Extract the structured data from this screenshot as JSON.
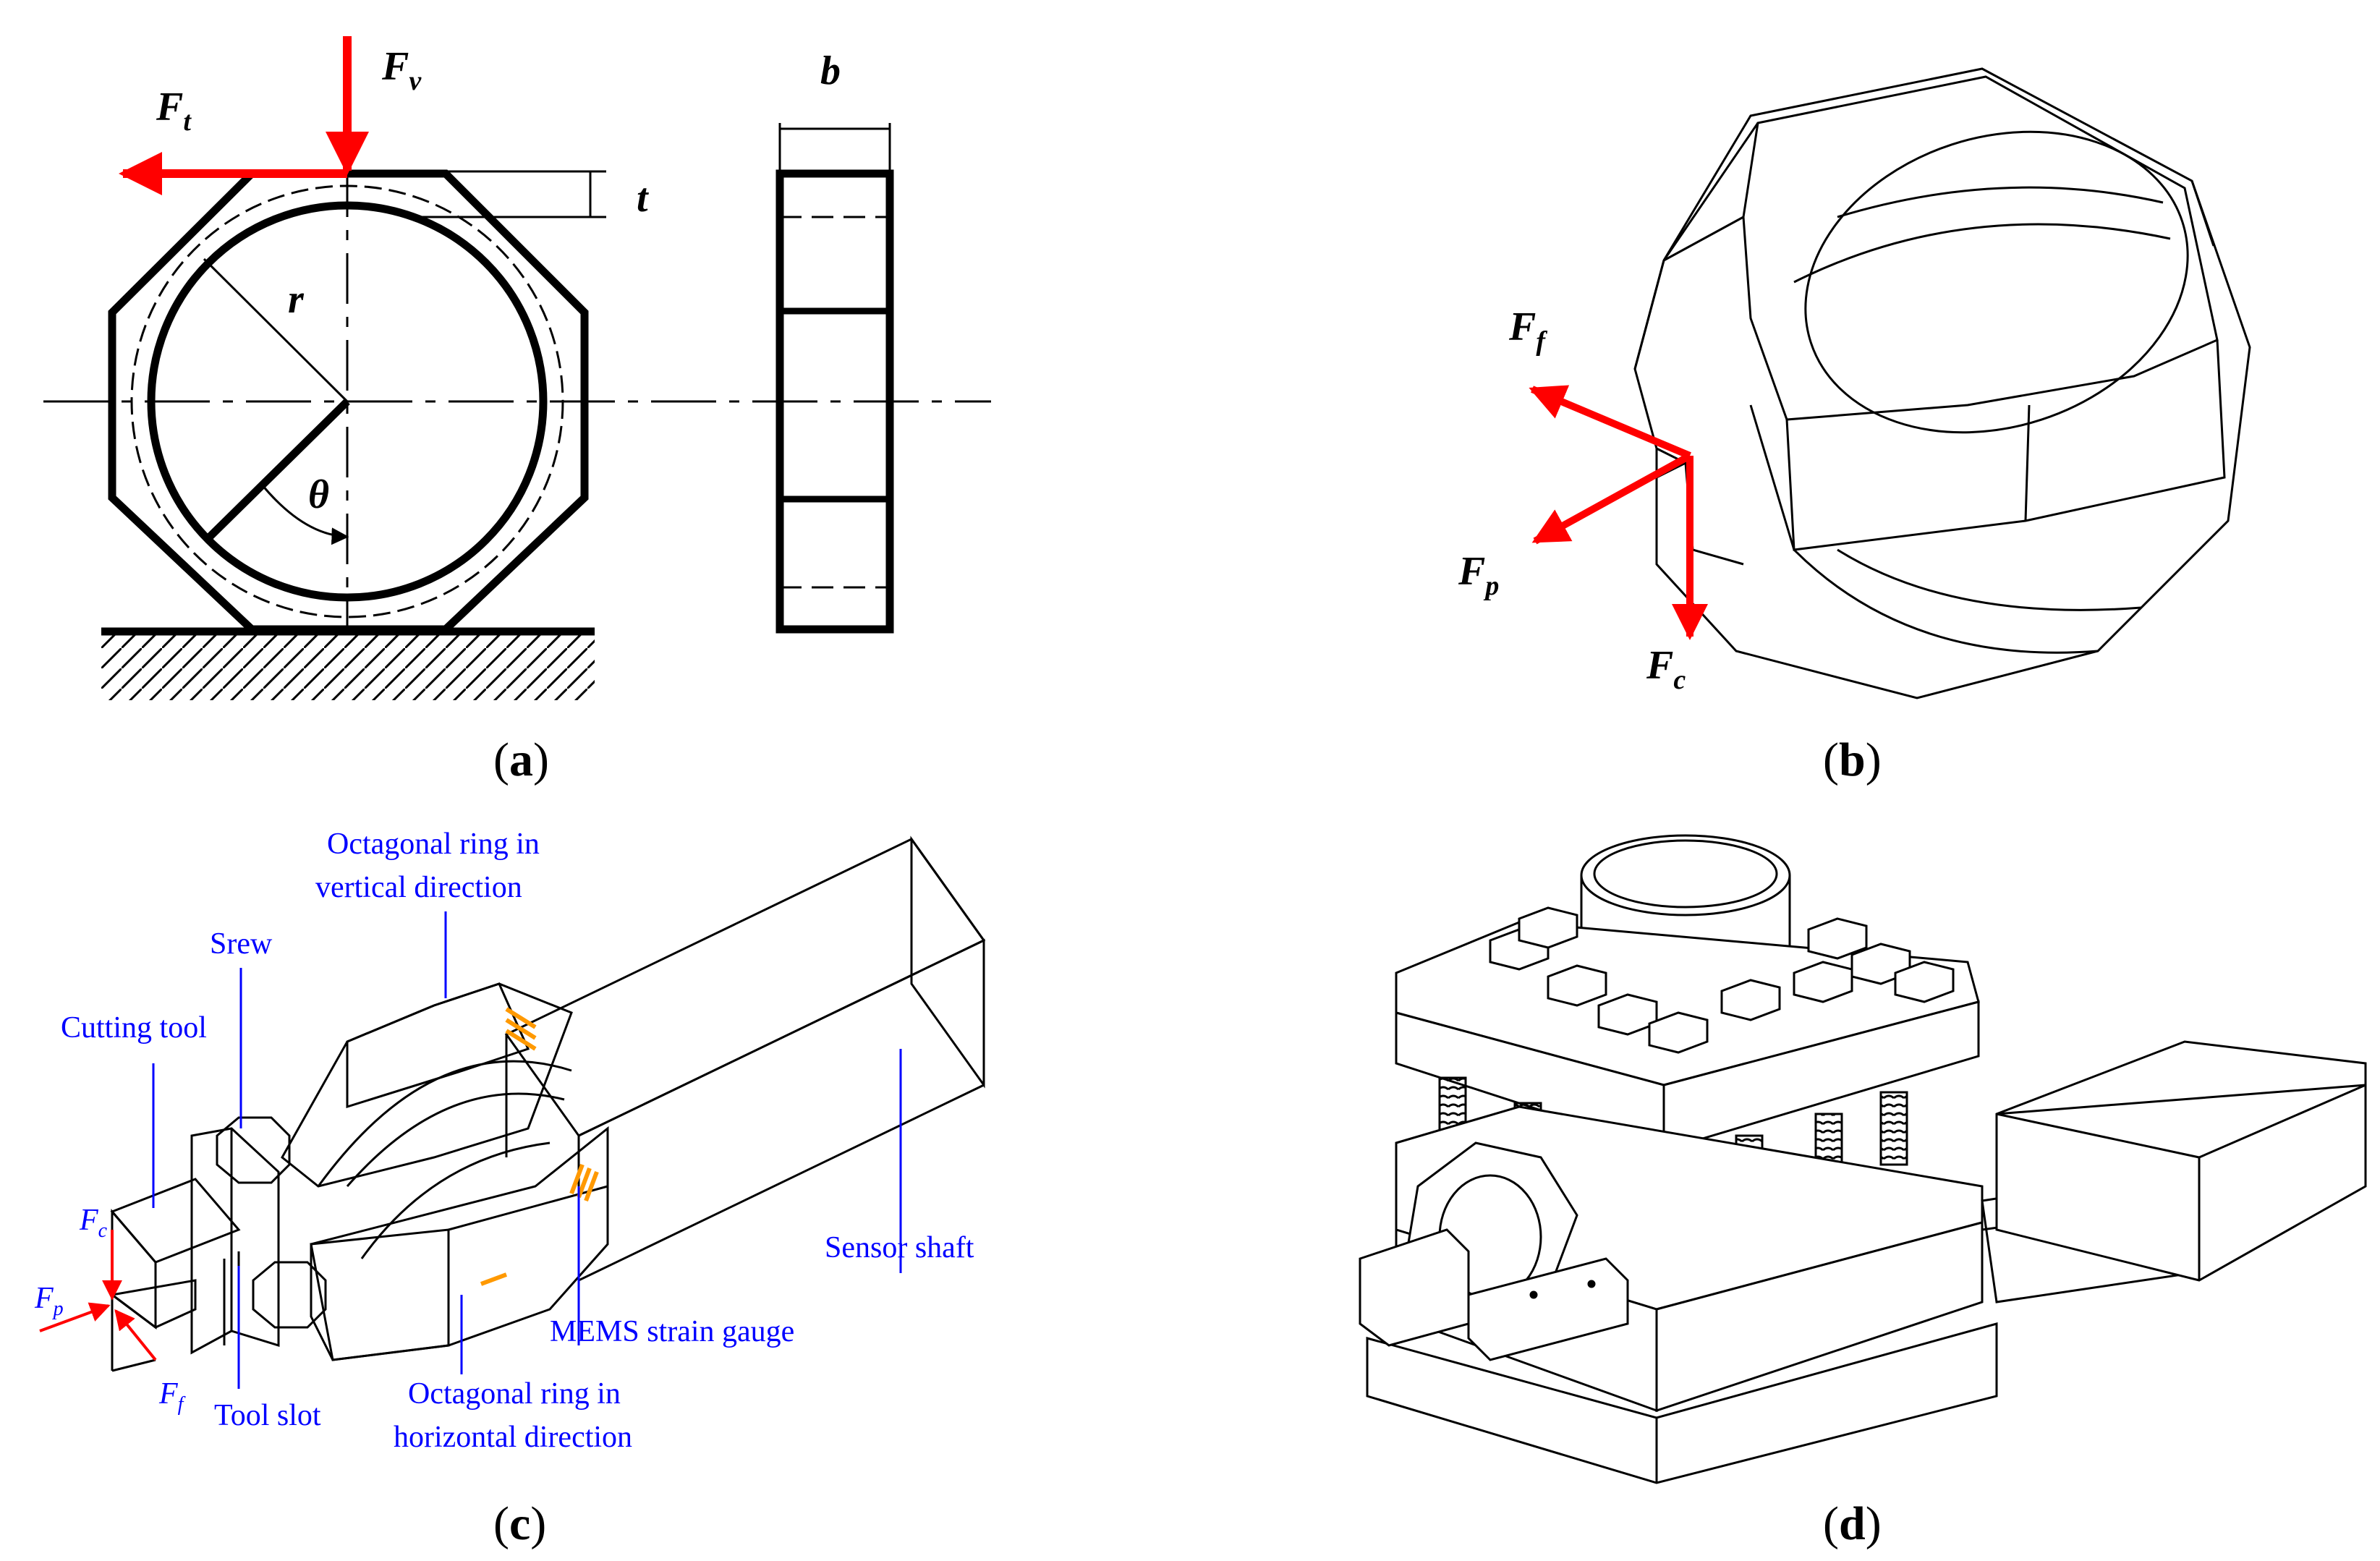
{
  "colors": {
    "force_arrow": "#ff0000",
    "callout_text": "#0000ff",
    "strain_gauge": "#ff9900",
    "line_art": "#000000"
  },
  "panel_a": {
    "ft": {
      "main": "F",
      "sub": "t"
    },
    "fv": {
      "main": "F",
      "sub": "v"
    },
    "t_label": "t",
    "r_label": "r",
    "theta_label": "θ",
    "b_label": "b",
    "caption": {
      "open": "(",
      "letter": "a",
      "close": ")"
    }
  },
  "panel_b": {
    "ff": {
      "main": "F",
      "sub": "f"
    },
    "fp": {
      "main": "F",
      "sub": "p"
    },
    "fc": {
      "main": "F",
      "sub": "c"
    },
    "caption": {
      "open": "(",
      "letter": "b",
      "close": ")"
    }
  },
  "panel_c": {
    "callouts": {
      "octagonal_vertical_line1": "Octagonal ring in",
      "octagonal_vertical_line2": "vertical direction",
      "srew": "Srew",
      "cutting_tool": "Cutting tool",
      "sensor_shaft": "Sensor shaft",
      "mems_strain_gauge": "MEMS strain gauge",
      "octagonal_horizontal_line1": "Octagonal ring in",
      "octagonal_horizontal_line2": "horizontal direction",
      "tool_slot": "Tool slot"
    },
    "fc": {
      "main": "F",
      "sub": "c"
    },
    "fp": {
      "main": "F",
      "sub": "p"
    },
    "ff": {
      "main": "F",
      "sub": "f"
    },
    "caption": {
      "open": "(",
      "letter": "c",
      "close": ")"
    }
  },
  "panel_d": {
    "caption": {
      "open": "(",
      "letter": "d",
      "close": ")"
    }
  }
}
